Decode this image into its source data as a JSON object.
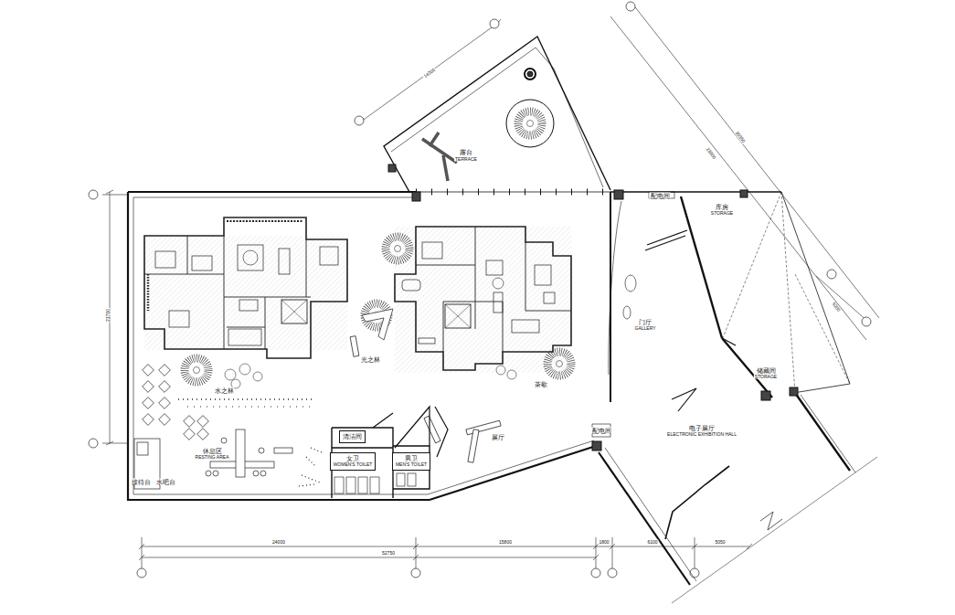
{
  "diagram": {
    "nodes": [
      {
        "text": [
          "清洁间"
        ]
      },
      {
        "text": [
          "女卫",
          "WOMEN'S TOILET"
        ]
      },
      {
        "text": [
          "男卫",
          "MEN'S TOILET"
        ]
      }
    ],
    "labels": [
      "14200",
      "23800",
      "30350",
      "露台",
      "TERRACE",
      "配电间",
      "库房",
      "STORAGE",
      "21700",
      "5200",
      "门厅",
      "GALLERY",
      "光之林",
      "茶歇",
      "储藏间",
      "STORAGE",
      "水之林",
      "电子展厅",
      "ELECTRONIC EXHIBITION HALL",
      "配电间",
      "展厅",
      "休息区",
      "RESTING AREA",
      "接待台",
      "水吧台",
      "24000",
      "15800",
      "1800",
      "6100",
      "5050",
      "52750"
    ]
  }
}
